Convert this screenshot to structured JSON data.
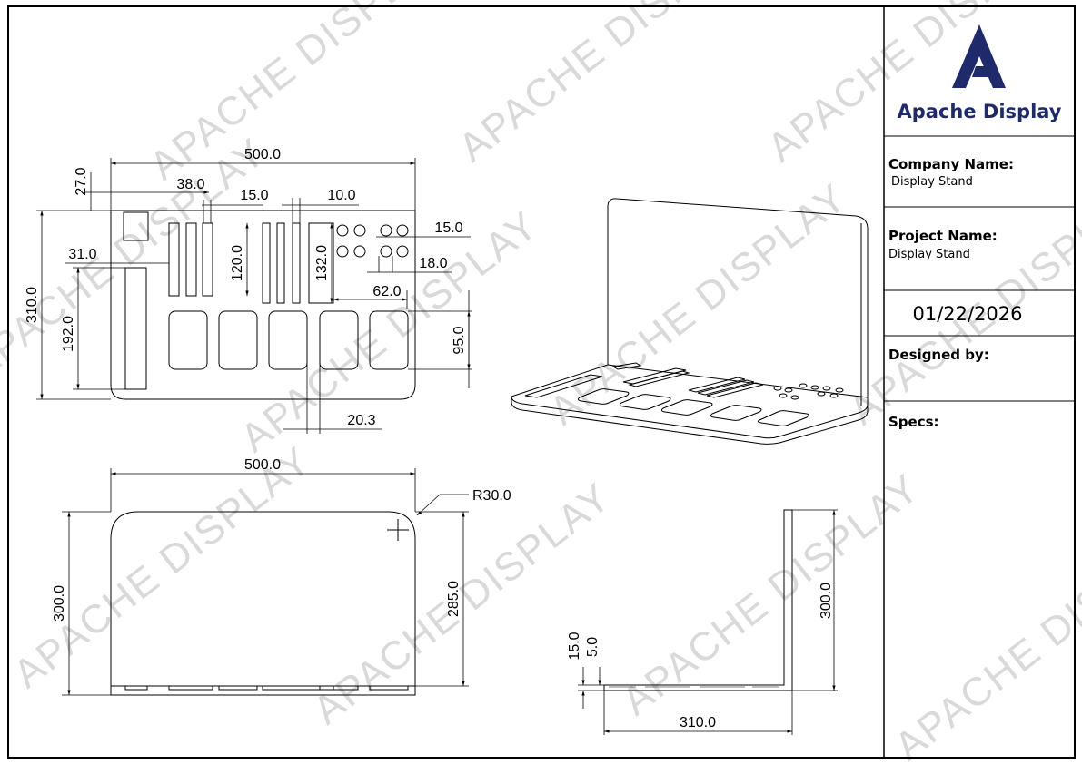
{
  "watermark": {
    "text": "APACHE DISPLAY"
  },
  "title_block": {
    "brand": "Apache Display",
    "brand_color": "#1f2a6b",
    "company_name_label": "Company Name:",
    "company_name_value": "Display Stand",
    "project_name_label": "Project Name:",
    "project_name_value": "Display Stand",
    "date": "01/22/2026",
    "designed_by_label": "Designed by:",
    "specs_label": "Specs:"
  },
  "top_view": {
    "dims": {
      "width": "500.0",
      "height": "310.0",
      "d27": "27.0",
      "d38": "38.0",
      "d15": "15.0",
      "d10": "10.0",
      "d15b": "15.0",
      "d31": "31.0",
      "d120": "120.0",
      "d132": "132.0",
      "d18": "18.0",
      "d62": "62.0",
      "d192": "192.0",
      "d95": "95.0",
      "d20_3": "20.3"
    }
  },
  "front_view": {
    "dims": {
      "width": "500.0",
      "height": "300.0",
      "h285": "285.0",
      "radius": "R30.0"
    }
  },
  "side_view": {
    "dims": {
      "height": "300.0",
      "d15": "15.0",
      "d5": "5.0",
      "depth": "310.0"
    }
  }
}
